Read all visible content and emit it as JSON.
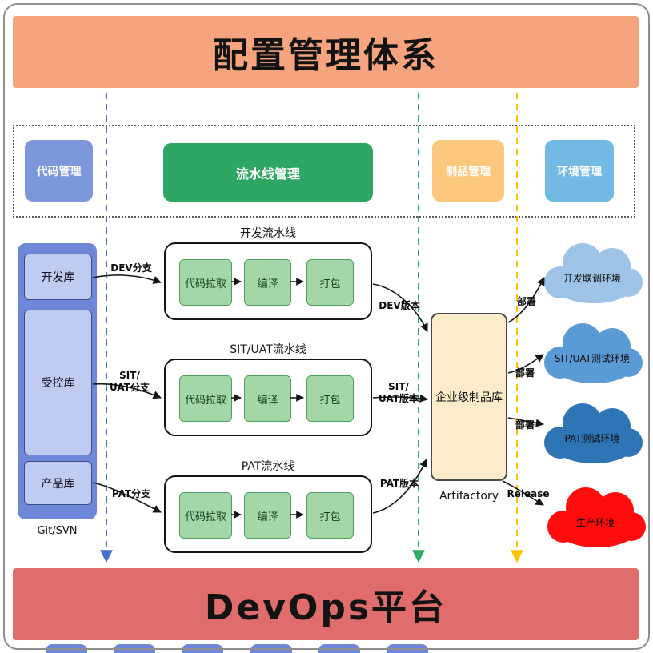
{
  "header": {
    "title": "配置管理体系"
  },
  "footer": {
    "title": "DevOps平台"
  },
  "management": {
    "code": "代码管理",
    "pipeline": "流水线管理",
    "artifact": "制品管理",
    "environment": "环境管理"
  },
  "repos": {
    "dev": "开发库",
    "controlled": "受控库",
    "product": "产品库",
    "caption": "Git/SVN"
  },
  "pipelines": [
    {
      "title": "开发流水线",
      "steps": [
        "代码拉取",
        "编译",
        "打包"
      ],
      "branch": "DEV分支",
      "version": "DEV版本"
    },
    {
      "title": "SIT/UAT流水线",
      "steps": [
        "代码拉取",
        "编译",
        "打包"
      ],
      "branch": "SIT/\nUAT分支",
      "version": "SIT/\nUAT版本"
    },
    {
      "title": "PAT流水线",
      "steps": [
        "代码拉取",
        "编译",
        "打包"
      ],
      "branch": "PAT分支",
      "version": "PAT版本"
    }
  ],
  "artifact_repo": {
    "label": "企业级制品库",
    "caption": "Artifactory"
  },
  "environments": [
    {
      "label": "开发联调环境",
      "color": "#9DC3E6",
      "deploy": "部署"
    },
    {
      "label": "SIT/UAT测试环境",
      "color": "#5B9BD5",
      "deploy": "部署"
    },
    {
      "label": "PAT测试环境",
      "color": "#2E75B6",
      "deploy": "部署"
    },
    {
      "label": "生产环境",
      "color": "#FF0D0D",
      "deploy": "Release"
    }
  ],
  "colors": {
    "header_bg": "#F5A47E",
    "footer_bg": "#E06C6C",
    "code_bg": "#7C97DC",
    "pipeline_bg": "#2DA563",
    "artifact_bg": "#FBC87D",
    "environment_bg": "#72BAE3",
    "repo_outer": "#6F87D8",
    "repo_inner": "#BFCBF1",
    "step_bg": "#A4D7A8",
    "artifact_repo_bg": "#FCECCA",
    "line_code": "#4472C4",
    "line_pipeline": "#2EAB63",
    "line_artifact": "#FFC000"
  }
}
